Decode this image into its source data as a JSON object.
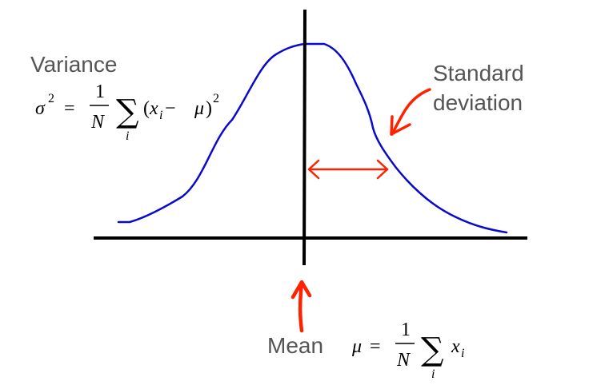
{
  "labels": {
    "variance": "Variance",
    "std_line1": "Standard",
    "std_line2": "deviation",
    "mean": "Mean"
  },
  "variance_formula": {
    "lhs": "σ",
    "lhs_exp": "2",
    "eq": "=",
    "frac_num": "1",
    "frac_den": "N",
    "sum": "∑",
    "sum_index": "i",
    "body_open": "(",
    "body_x": "x",
    "body_sub": "i",
    "body_minus": " − ",
    "body_mu": "μ",
    "body_close": ")",
    "body_exp": "2"
  },
  "mean_formula": {
    "lhs": "μ",
    "eq": "=",
    "frac_num": "1",
    "frac_den": "N",
    "sum": "∑",
    "sum_index": "i",
    "body_x": "x",
    "body_sub": "i"
  },
  "colors": {
    "curve": "#0a0acd",
    "axis": "#000000",
    "arrow": "#ff2200",
    "label": "#555555"
  }
}
